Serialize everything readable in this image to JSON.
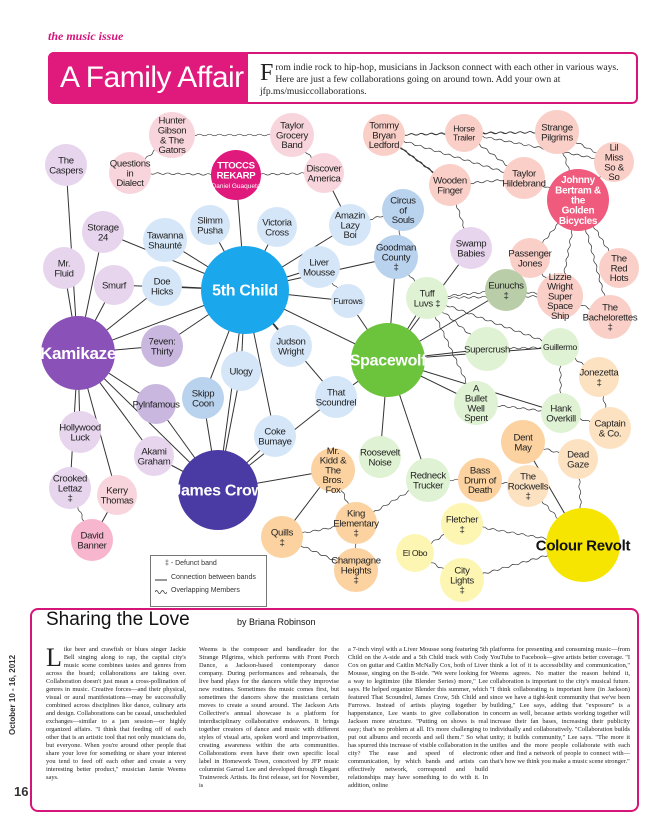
{
  "header": {
    "tag": "the music issue",
    "title": "A Family Affair",
    "intro_drop": "F",
    "intro": "rom indie rock to hip-hop, musicians in Jackson connect with each other in various ways. Here are just a few collaborations going on around town. Add your own at jfp.ms/musiccollaborations."
  },
  "diagram": {
    "nodes": [
      {
        "id": "5thchild",
        "label": "5th Child",
        "color": "#1aa7ec",
        "text": "#fff",
        "big": true
      },
      {
        "id": "kamikaze",
        "label": "Kamikaze",
        "color": "#8a52b8",
        "text": "#fff",
        "big": true
      },
      {
        "id": "spacewolf",
        "label": "Spacewolf",
        "color": "#6cc43d",
        "text": "#fff",
        "big": true
      },
      {
        "id": "jamescrow",
        "label": "James Crow",
        "color": "#4a3aa3",
        "text": "#fff",
        "big": true
      },
      {
        "id": "colourrevolt",
        "label": "Colour Revolt",
        "color": "#f5e500",
        "text": "#111",
        "big": true
      },
      {
        "id": "johnny",
        "label": "Johnny Bertram & the Golden Bicycles",
        "color": "#ef5a7d",
        "text": "#fff"
      },
      {
        "id": "ttoccs",
        "label": "TTOCCS REKARP",
        "sub": "(Daniel Guaqueta)",
        "color": "#e0197c",
        "text": "#fff"
      },
      {
        "id": "hunter",
        "label": "Hunter Gibson & The Gators",
        "color": "#f8d5dc"
      },
      {
        "id": "taylorgrocery",
        "label": "Taylor Grocery Band",
        "color": "#f8d5dc"
      },
      {
        "id": "casper",
        "label": "The Caspers",
        "color": "#e7d5ee"
      },
      {
        "id": "questions",
        "label": "Questions in Dialect",
        "color": "#f8d5dc"
      },
      {
        "id": "discover",
        "label": "Discover America",
        "color": "#f8d5dc"
      },
      {
        "id": "tommy",
        "label": "Tommy Bryan Ledford",
        "color": "#f9cfc8"
      },
      {
        "id": "horse",
        "label": "Horse Trailer",
        "color": "#f9cfc8"
      },
      {
        "id": "strange",
        "label": "Strange Pilgrims",
        "color": "#f9cfc8"
      },
      {
        "id": "lilmiss",
        "label": "Lil Miss So & So",
        "color": "#f9cfc8"
      },
      {
        "id": "woodenfinger",
        "label": "Wooden Finger",
        "color": "#f9cfc8"
      },
      {
        "id": "taylorhild",
        "label": "Taylor Hildebrand",
        "color": "#f9cfc8"
      },
      {
        "id": "storage24",
        "label": "Storage 24",
        "color": "#e7d5ee"
      },
      {
        "id": "tawanna",
        "label": "Tawanna Shaunté",
        "color": "#d5e6f8"
      },
      {
        "id": "slimm",
        "label": "Slimm Pusha",
        "color": "#d5e6f8"
      },
      {
        "id": "victoria",
        "label": "Victoria Cross",
        "color": "#d5e6f8"
      },
      {
        "id": "amazin",
        "label": "Amazin Lazy Boi",
        "color": "#d5e6f8"
      },
      {
        "id": "circus",
        "label": "Circus of Souls",
        "color": "#b9d2ee"
      },
      {
        "id": "swamp",
        "label": "Swamp Babies",
        "color": "#e7d5ee"
      },
      {
        "id": "passenger",
        "label": "Passenger Jones",
        "color": "#f9cfc8"
      },
      {
        "id": "redhots",
        "label": "The Red Hots",
        "color": "#f9cfc8"
      },
      {
        "id": "mrfluid",
        "label": "Mr. Fluid",
        "color": "#e7d5ee"
      },
      {
        "id": "smurf",
        "label": "Smurf",
        "color": "#e7d5ee"
      },
      {
        "id": "doehicks",
        "label": "Doe Hicks",
        "color": "#d5e6f8"
      },
      {
        "id": "liver",
        "label": "Liver Mousse",
        "color": "#d5e6f8"
      },
      {
        "id": "goodman",
        "label": "Goodman County ‡",
        "color": "#b9d2ee"
      },
      {
        "id": "lizzie",
        "label": "Lizzie Wright Super Space Ship",
        "color": "#f9cfc8"
      },
      {
        "id": "furrows",
        "label": "Furrows",
        "color": "#d5e6f8"
      },
      {
        "id": "tuffluvs",
        "label": "Tuff Luvs ‡",
        "color": "#dff2d3"
      },
      {
        "id": "eunuchs",
        "label": "Eunuchs ‡",
        "color": "#b9cea8"
      },
      {
        "id": "bachelorettes",
        "label": "The Bachelorettes ‡",
        "color": "#f9cfc8"
      },
      {
        "id": "zeven",
        "label": "7even: Thirty",
        "color": "#c9b7e0"
      },
      {
        "id": "judson",
        "label": "Judson Wright",
        "color": "#d5e6f8"
      },
      {
        "id": "supercrush",
        "label": "Supercrush",
        "color": "#dff2d3"
      },
      {
        "id": "guillermo",
        "label": "Guillermo",
        "color": "#dff2d3"
      },
      {
        "id": "jonezetta",
        "label": "Jonezetta ‡",
        "color": "#fde2c2"
      },
      {
        "id": "ulogy",
        "label": "Ulogy",
        "color": "#d5e6f8"
      },
      {
        "id": "pylnfamous",
        "label": "Pylnfamous",
        "color": "#c9b7e0"
      },
      {
        "id": "skipp",
        "label": "Skipp Coon",
        "color": "#b9d2ee"
      },
      {
        "id": "thatscoundrel",
        "label": "That Scoundrel",
        "color": "#d5e6f8"
      },
      {
        "id": "abullet",
        "label": "A Bullet Well Spent",
        "color": "#dff2d3"
      },
      {
        "id": "hank",
        "label": "Hank Overkill",
        "color": "#dff2d3"
      },
      {
        "id": "captain",
        "label": "Captain & Co.",
        "color": "#fde2c2"
      },
      {
        "id": "hollywood",
        "label": "Hollywood Luck",
        "color": "#e7d5ee"
      },
      {
        "id": "akami",
        "label": "Akami Graham",
        "color": "#e7d5ee"
      },
      {
        "id": "coke",
        "label": "Coke Bumaye",
        "color": "#d5e6f8"
      },
      {
        "id": "roosevelt",
        "label": "Roosevelt Noise",
        "color": "#dff2d3"
      },
      {
        "id": "dentmay",
        "label": "Dent May",
        "color": "#fbd2a0"
      },
      {
        "id": "deadgaze",
        "label": "Dead Gaze",
        "color": "#fde2c2"
      },
      {
        "id": "crooked",
        "label": "Crooked Lettaz ‡",
        "color": "#e7d5ee"
      },
      {
        "id": "kerry",
        "label": "Kerry Thomas",
        "color": "#f8d5dc"
      },
      {
        "id": "mrkidd",
        "label": "Mr. Kidd & The Bros. Fox",
        "color": "#fbd2a0"
      },
      {
        "id": "redneck",
        "label": "Redneck Trucker",
        "color": "#dff2d3"
      },
      {
        "id": "bassdrum",
        "label": "Bass Drum of Death",
        "color": "#fbd2a0"
      },
      {
        "id": "rockwells",
        "label": "The Rockwells ‡",
        "color": "#fde2c2"
      },
      {
        "id": "david",
        "label": "David Banner",
        "color": "#f8b6ce"
      },
      {
        "id": "king",
        "label": "King Elementary ‡",
        "color": "#fbd2a0"
      },
      {
        "id": "fletcher",
        "label": "Fletcher ‡",
        "color": "#fdf6b2"
      },
      {
        "id": "quills",
        "label": "Quills ‡",
        "color": "#fbd2a0"
      },
      {
        "id": "elobo",
        "label": "El Obo",
        "color": "#fdf6b2"
      },
      {
        "id": "champagne",
        "label": "Champagne Heights ‡",
        "color": "#fbd2a0"
      },
      {
        "id": "citylights",
        "label": "City Lights ‡",
        "color": "#fdf6b2"
      }
    ],
    "legend": {
      "defunct": "‡ - Defunct band",
      "connection": "Connection between bands",
      "overlap": "Overlapping Members"
    }
  },
  "article": {
    "title": "Sharing the Love",
    "byline": "by Briana Robinson",
    "drop": "L",
    "col1": "ike beer and crawfish or blues singer Jackie Bell singing along to rap, the capital city's music scene combines tastes and genres from across the board; collaborations are taking over. Collaboration doesn't just mean a cross-pollination of genres in music. Creative forces—and their physical, visual or aural manifestations—may be successfully combined across disciplines like dance, culinary arts and design. Collaborations can be casual, unscheduled exchanges—similar to a jam session—or highly organized affairs. \"I think that feeding off of each other that is an artistic tool that not only musicians do, but everyone. When you're around other people that share your love for something or share your interest you tend to feed off each other and create a very interesting better product,\" musician Jamie Weems says.",
    "col2": "Weems is the composer and bandleader for the Strange Pilgrims, which performs with Front Porch Dance, a Jackson-based contemporary dance company. During performances and rehearsals, the live band plays for the dancers while they improvise new routines. Sometimes the music comes first, but sometimes the dancers show the musicians certain moves to create a sound around. The Jackson Arts Collective's annual showcase is a platform for interdisciplinary collaborative endeavors. It brings together creators of dance and music with different styles of visual arts, spoken word and improvisation, creating awareness within the arts communities. Collaborations even have their own specific local label in Homework Town, conceived by JFP music columnist Garrad Lee and developed through Elegant Trainwreck Artists. Its first release, set for November, is",
    "col3": "a 7-inch vinyl with a Liver Mousse song featuring 5th Child on the A-side and a 5th Child track with Cody Cox on guitar and Caitlin McNally Cox, both of Liver Mousse, singing on the B-side. \"We were looking for a way to legitimize (the Blender Series) more,\" Lee says. He helped organize Blender this summer, which featured That Scoundrel, James Crow, 5th Child and Furrows. Instead of artists playing together by happenstance, Lee wants to give collaboration in Jackson more structure. \"Putting on shows is real easy; that's no problem at all. It's more challenging to put out albums and records and sell them.\" So what has spurred this increase of visible collaboration in the city? The ease and speed of electronic communication, by which bands and artists can effectively network, correspond and build relationships may have something to do with it. In addition, online",
    "col4": "platforms for presenting and consuming music—from YouTube to Facebook—give artists better coverage. \"I think a lot of it is accessibility and communication,\" Weems agrees. No matter the reason behind it, collaboration is important to the city's musical future. \"I think collaborating is important here (in Jackson) since we have a tight-knit community that we've been building,\" Lee says, adding that \"exposure\" is a concern as well, because artists working together will increase their fan bases, increasing their publicity individually and collaboratively. \"Collaboration builds unity; it builds community,\" Lee says. \"The more it unifies and the more people collaborate with each other and find a network of people to connect with—that's how we think you make a music scene stronger.\""
  },
  "footer": {
    "date": "October 10 - 16, 2012",
    "page": "16"
  }
}
